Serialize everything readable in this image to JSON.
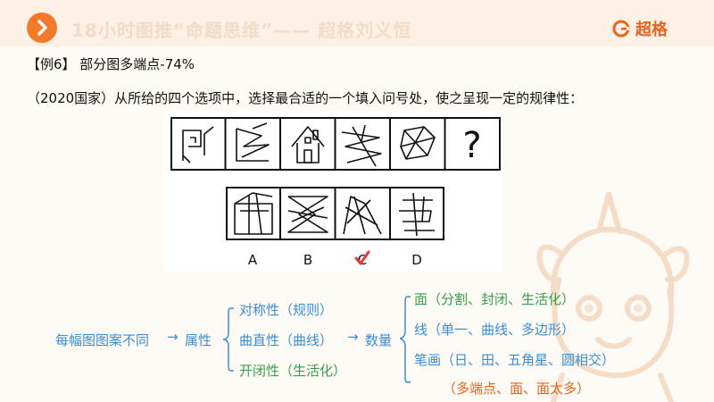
{
  "header": {
    "title": "18小时图推“命题思维”—— 超格刘义恒",
    "brand": "超格"
  },
  "example": {
    "label": "【例6】 部分图多端点-74%"
  },
  "question": {
    "text": "（2020国家）从所给的四个选项中，选择最合适的一个填入问号处，使之呈现一定的规律性："
  },
  "puzzle": {
    "question_mark": "?",
    "options": [
      "A",
      "B",
      "C",
      "D"
    ],
    "answer": "C"
  },
  "mindmap": {
    "root": "每幅图图案不同",
    "arrow": "→",
    "attribute": "属性",
    "branches": [
      "对称性（规则）",
      "曲直性（曲线）",
      "开闭性（生活化）"
    ],
    "count_arrow": "→",
    "count": "数量",
    "count_items": [
      "面（分割、封闭、生活化）",
      "线（单一、曲线、多边形）",
      "笔画（日、田、五角星、圆相交）"
    ],
    "note": "（多端点、面、面太多）"
  },
  "colors": {
    "accent": "#f47a2b",
    "blue": "#3b8ed6",
    "green": "#35a148",
    "orange": "#e8641d"
  }
}
